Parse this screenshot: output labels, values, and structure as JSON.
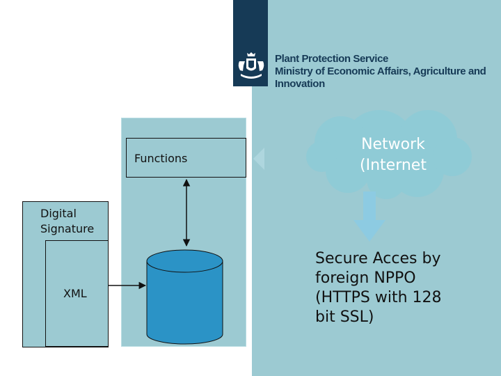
{
  "header": {
    "org_line1": "Plant Protection Service",
    "org_line2": "Ministry of Economic Affairs, Agriculture and",
    "org_line3": "Innovation"
  },
  "diagram": {
    "functions_label": "Functions",
    "signature_label_line1": "Digital",
    "signature_label_line2": "Signature",
    "xml_label": "XML",
    "network_label_line1": "Network",
    "network_label_line2": "(Internet",
    "secure_line1": "Secure Acces by",
    "secure_line2": "foreign NPPO",
    "secure_line3": "(HTTPS with 128",
    "secure_line4": "bit SSL)"
  },
  "colors": {
    "panel": "#9ccad2",
    "logo_bar": "#163a56",
    "cloud": "#8fcbd6",
    "database": "#2b93c6",
    "arrow": "#8dcbe2"
  },
  "icons": {
    "crest": "coat-of-arms-icon"
  }
}
